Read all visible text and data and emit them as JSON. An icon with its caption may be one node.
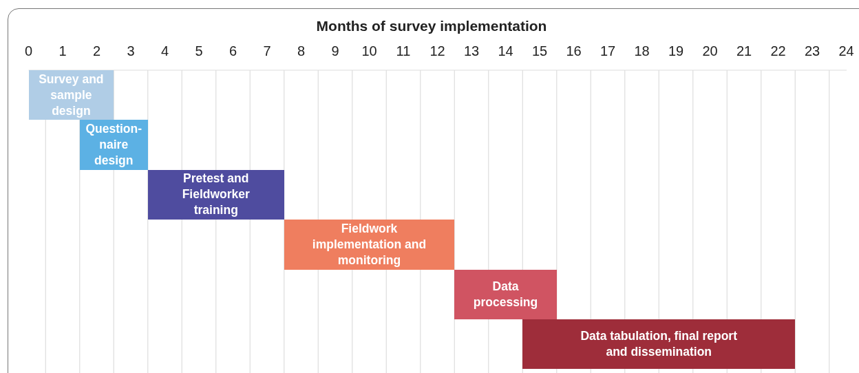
{
  "diagram": {
    "title": "Months of survey implementation",
    "nodes": [
      {
        "text": [
          "Survey and sample design"
        ]
      },
      {
        "text": [
          "Question-naire design"
        ]
      },
      {
        "text": [
          "Pretest and Fieldworker training"
        ]
      },
      {
        "text": [
          "Fieldwork implementation and monitoring"
        ]
      },
      {
        "text": [
          "Data processing"
        ]
      },
      {
        "text": [
          "Data tabulation, final report and dissemination"
        ]
      }
    ],
    "labels": [
      "0",
      "1",
      "2",
      "3",
      "4",
      "5",
      "6",
      "7",
      "8",
      "9",
      "10",
      "11",
      "12",
      "13",
      "14",
      "15",
      "16",
      "17",
      "18",
      "19",
      "20",
      "21",
      "22",
      "23",
      "24"
    ]
  }
}
